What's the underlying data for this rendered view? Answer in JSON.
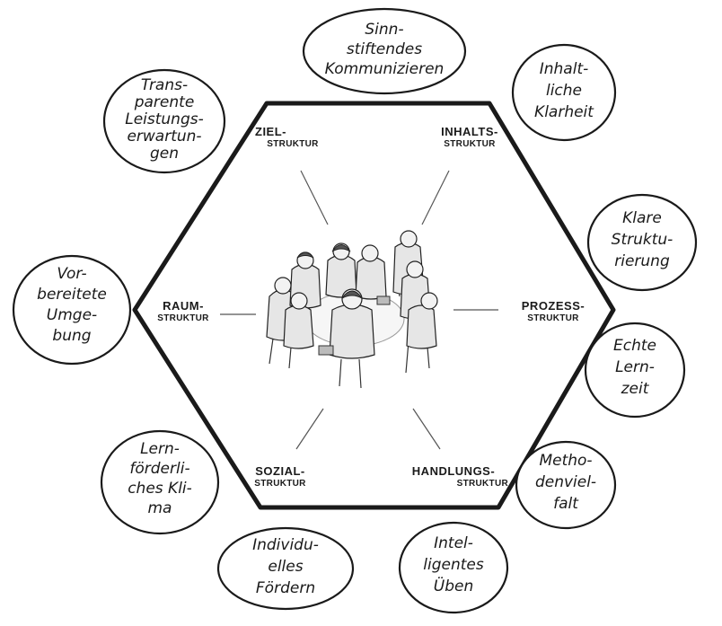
{
  "structures": {
    "ziel": {
      "main": "ZIEL-",
      "sub": "STRUKTUR"
    },
    "inhalts": {
      "main": "INHALTS-",
      "sub": "STRUKTUR"
    },
    "raum": {
      "main": "RAUM-",
      "sub": "STRUKTUR"
    },
    "prozess": {
      "main": "PROZESS-",
      "sub": "STRUKTUR"
    },
    "sozial": {
      "main": "SOZIAL-",
      "sub": "STRUKTUR"
    },
    "handlungs": {
      "main": "HANDLUNGS-",
      "sub": "STRUKTUR"
    }
  },
  "bubbles": {
    "sinnstiftend": [
      "Sinn-",
      "stiftendes",
      "Kommunizieren"
    ],
    "inhaltlich": [
      "Inhalt-",
      "liche",
      "Klarheit"
    ],
    "transparent": [
      "Trans-",
      "parente",
      "Leistungs-",
      "erwartun-",
      "gen"
    ],
    "klare": [
      "Klare",
      "Struktu-",
      "rierung"
    ],
    "vorbereitet": [
      "Vor-",
      "bereitete",
      "Umge-",
      "bung"
    ],
    "echte": [
      "Echte",
      "Lern-",
      "zeit"
    ],
    "lernfoerderlich": [
      "Lern-",
      "förderli-",
      "ches Kli-",
      "ma"
    ],
    "methoden": [
      "Metho-",
      "denviel-",
      "falt"
    ],
    "individuell": [
      "Individu-",
      "elles",
      "Fördern"
    ],
    "intelligent": [
      "Intel-",
      "ligentes",
      "Üben"
    ]
  }
}
